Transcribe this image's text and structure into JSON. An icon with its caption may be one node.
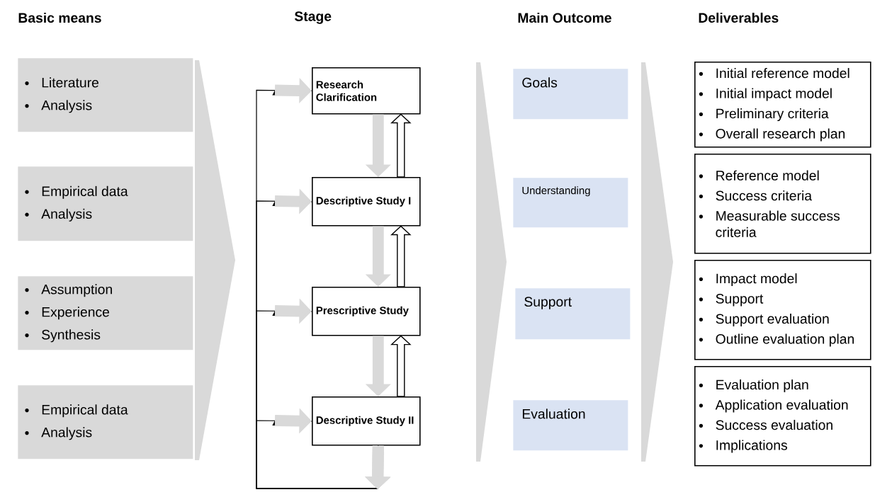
{
  "diagram": {
    "nodes": [
      {
        "text": [
          "Literature",
          "Analysis"
        ]
      },
      {
        "text": [
          "Empirical data",
          "Analysis"
        ]
      },
      {
        "text": [
          "Assumption",
          "Experience",
          "Synthesis"
        ]
      },
      {
        "text": [
          "Empirical data",
          "Analysis"
        ]
      },
      {
        "text": [
          "Research Clarification"
        ]
      },
      {
        "text": [
          "Descriptive Study I"
        ]
      },
      {
        "text": [
          "Prescriptive Study"
        ]
      },
      {
        "text": [
          "Descriptive Study II"
        ]
      },
      {
        "text": [
          "Goals"
        ]
      },
      {
        "text": [
          "Understanding"
        ]
      },
      {
        "text": [
          "Support"
        ]
      },
      {
        "text": [
          "Evaluation"
        ]
      },
      {
        "text": [
          "Initial reference model",
          "Initial impact model",
          "Preliminary criteria",
          "Overall research plan"
        ]
      },
      {
        "text": [
          "Reference model",
          "Success criteria",
          "Measurable success criteria"
        ]
      },
      {
        "text": [
          "Impact model",
          "Support",
          "Support evaluation",
          "Outline evaluation plan"
        ]
      },
      {
        "text": [
          "Evaluation plan",
          "Application evaluation",
          "Success evaluation",
          "Implications"
        ]
      },
      {
        "text": [],
        "shape": "chevron"
      },
      {
        "text": [],
        "shape": "chevron"
      },
      {
        "text": [],
        "shape": "chevron"
      }
    ],
    "edges": [
      {
        "from": 4,
        "to": 5,
        "arrow": "to",
        "style": "thick",
        "color": "#d9d9d9"
      },
      {
        "from": 5,
        "to": 6,
        "arrow": "to",
        "style": "thick",
        "color": "#d9d9d9"
      },
      {
        "from": 6,
        "to": 7,
        "arrow": "to",
        "style": "thick",
        "color": "#d9d9d9"
      },
      {
        "from": 5,
        "to": 4,
        "arrow": "to",
        "color": "#ffffff"
      },
      {
        "from": 6,
        "to": 5,
        "arrow": "to",
        "color": "#ffffff"
      },
      {
        "from": 7,
        "to": 6,
        "arrow": "to",
        "color": "#ffffff"
      },
      {
        "from": 7,
        "to": 4,
        "arrow": "to",
        "color": "#000000"
      },
      {
        "from": 7,
        "to": 5,
        "arrow": "to",
        "color": "#000000"
      },
      {
        "from": 7,
        "to": 6,
        "arrow": "to",
        "color": "#000000"
      },
      {
        "from": 7,
        "to": 7,
        "arrow": "to",
        "color": "#000000"
      }
    ],
    "labels": [
      "Basic means",
      "Stage",
      "Main Outcome",
      "Deliverables"
    ]
  }
}
